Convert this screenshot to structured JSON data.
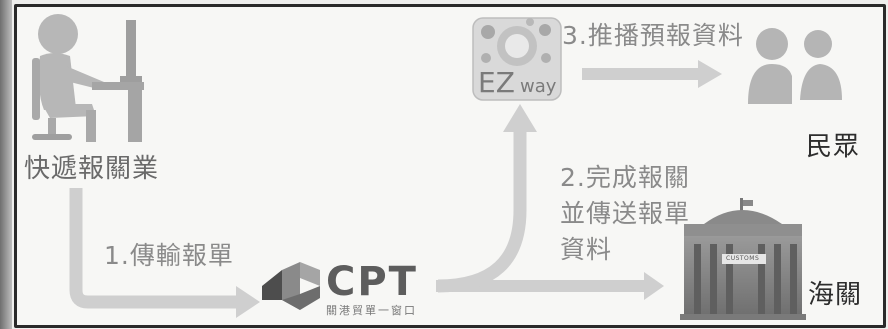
{
  "actors": {
    "broker": "快遞報關業",
    "public": "民眾",
    "customs": "海關"
  },
  "steps": {
    "step1": "1.傳輸報單",
    "step2_line1": "2.完成報關",
    "step2_line2": "並傳送報單",
    "step2_line3": "資料",
    "step3": "3.推播預報資料"
  },
  "logos": {
    "cpt_brand": "CPT",
    "cpt_subtitle": "關港貿單一窗口",
    "ezway_text": "EZ",
    "ezway_small": "way",
    "customs_plaque": "CUSTOMS"
  },
  "colors": {
    "arrow": "#cfcfcf",
    "figure": "#b3b3b3",
    "frame": "#2a2a2a"
  },
  "icons": [
    "broker-at-computer-icon",
    "ezway-app-icon",
    "people-icon",
    "customs-building-icon",
    "cpt-logo"
  ]
}
